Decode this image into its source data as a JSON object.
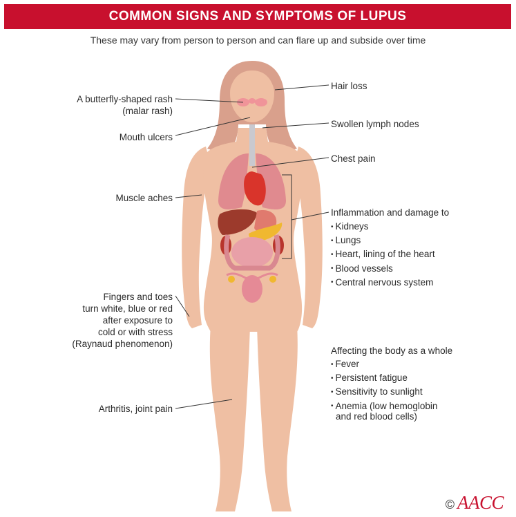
{
  "title": "COMMON SIGNS AND SYMPTOMS OF LUPUS",
  "subtitle": "These may vary from person to person and can flare up and subside over time",
  "left_labels": {
    "malar_rash_line1": "A butterfly-shaped rash",
    "malar_rash_line2": "(malar rash)",
    "mouth_ulcers": "Mouth ulcers",
    "muscle_aches": "Muscle aches",
    "raynaud_line1": "Fingers and toes",
    "raynaud_line2": "turn white, blue or red",
    "raynaud_line3": "after exposure to",
    "raynaud_line4": "cold or with stress",
    "raynaud_line5": "(Raynaud phenomenon)",
    "arthritis": "Arthritis, joint pain"
  },
  "right_labels": {
    "hair_loss": "Hair loss",
    "swollen_lymph_nodes": "Swollen lymph nodes",
    "chest_pain": "Chest pain"
  },
  "inflammation": {
    "heading": "Inflammation and damage to",
    "items": [
      "Kidneys",
      "Lungs",
      "Heart, lining of the heart",
      "Blood vessels",
      "Central nervous system"
    ]
  },
  "whole_body": {
    "heading": "Affecting the body as a whole",
    "items": [
      "Fever",
      "Persistent fatigue",
      "Sensitivity to sunlight",
      "Anemia (low hemoglobin"
    ],
    "continuation": "and red blood cells)"
  },
  "footer": {
    "copyright_symbol": "©",
    "logo_text": "AACC"
  },
  "colors": {
    "title_bar": "#c8102e",
    "skin": "#efbfa3",
    "hair": "#d9a08c",
    "organ_red": "#d9342b",
    "lung_pink": "#e08a8f"
  }
}
